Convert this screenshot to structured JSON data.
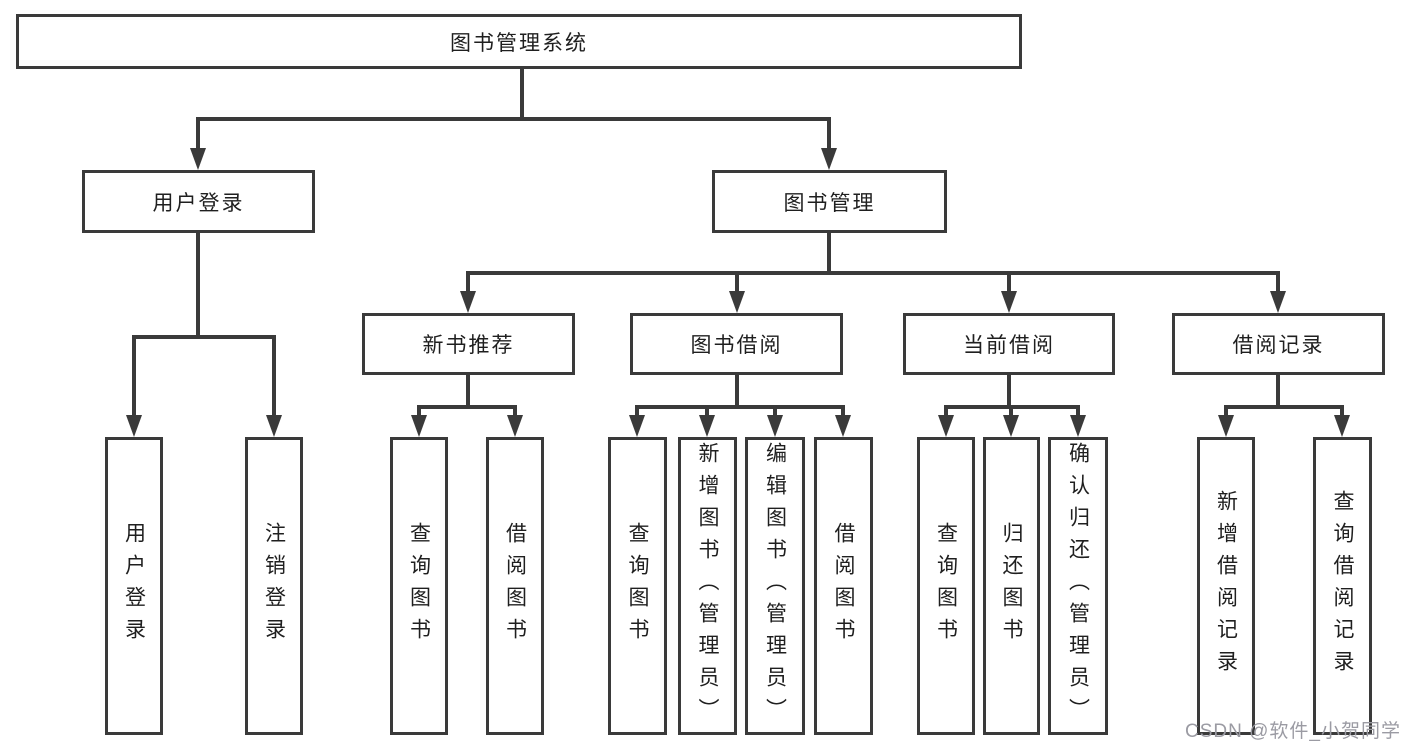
{
  "colors": {
    "line": "#3a3a3a",
    "text": "#1f1f1f",
    "watermark": "#9b9ba3",
    "background": "#ffffff"
  },
  "diagram": {
    "root": {
      "label": "图书管理系统"
    },
    "user_login": {
      "label": "用户登录",
      "children": [
        "用户登录",
        "注销登录"
      ]
    },
    "book_management": {
      "label": "图书管理"
    },
    "modules": [
      {
        "label": "新书推荐",
        "children": [
          "查询图书",
          "借阅图书"
        ]
      },
      {
        "label": "图书借阅",
        "children": [
          "查询图书",
          "新增图书（管理员）",
          "编辑图书（管理员）",
          "借阅图书"
        ]
      },
      {
        "label": "当前借阅",
        "children": [
          "查询图书",
          "归还图书",
          "确认归还（管理员）"
        ]
      },
      {
        "label": "借阅记录",
        "children": [
          "新增借阅记录",
          "查询借阅记录"
        ]
      }
    ]
  },
  "watermark": {
    "text": "CSDN @软件_小贺同学"
  }
}
